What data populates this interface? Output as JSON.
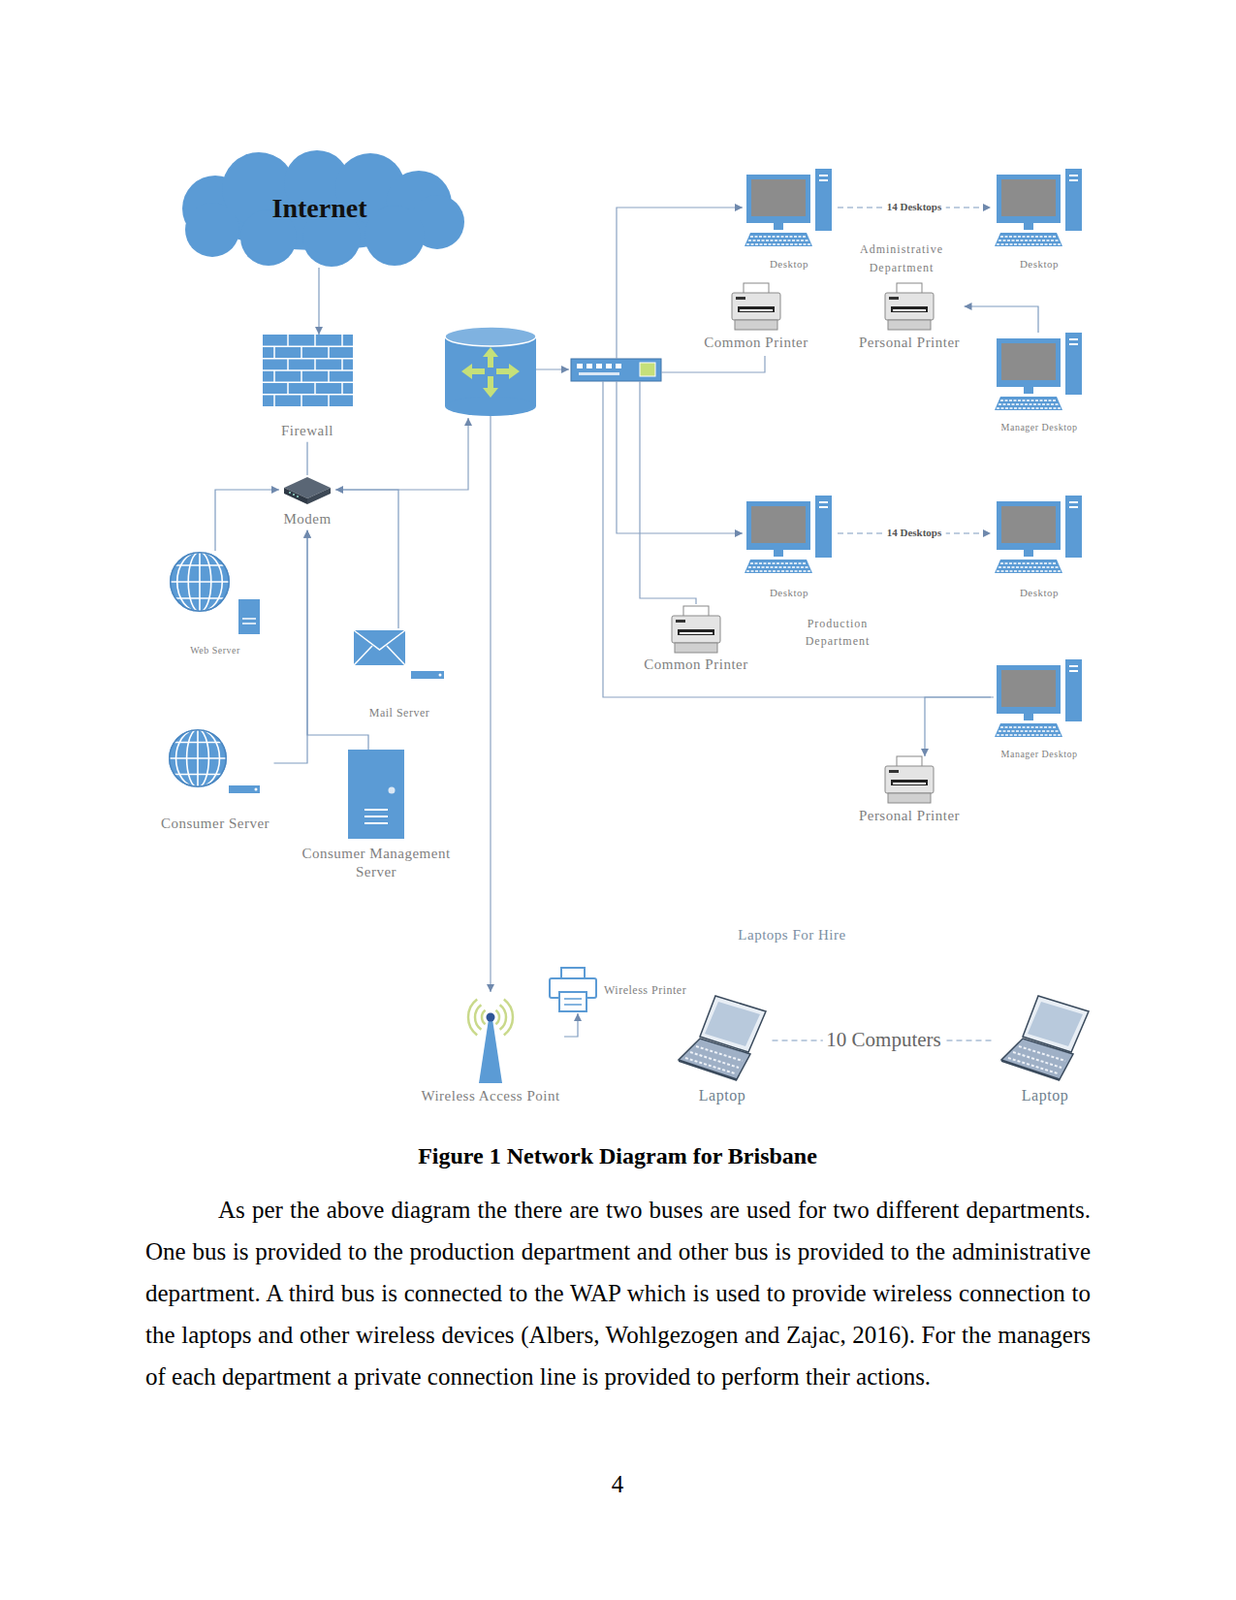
{
  "diagram": {
    "caption": "Figure 1 Network Diagram for Brisbane",
    "nodes": [
      {
        "text": [
          "Internet"
        ]
      },
      {
        "text": [
          "Desktop"
        ]
      },
      {
        "text": [
          "Desktop"
        ]
      },
      {
        "text": [
          "Common Printer"
        ]
      },
      {
        "text": [
          "Personal Printer"
        ]
      },
      {
        "text": [
          "Manager Desktop"
        ]
      },
      {
        "text": [
          "Firewall"
        ]
      },
      {
        "text": [
          "Modem"
        ]
      },
      {
        "text": [
          "Desktop"
        ]
      },
      {
        "text": [
          "Desktop"
        ]
      },
      {
        "text": [
          "Web Server"
        ]
      },
      {
        "text": [
          "Common Printer"
        ]
      },
      {
        "text": [
          "Mail Server"
        ]
      },
      {
        "text": [
          "Manager Desktop"
        ]
      },
      {
        "text": [
          "Consumer Server"
        ]
      },
      {
        "text": [
          "Personal Printer"
        ]
      },
      {
        "text": [
          "Consumer Management Server"
        ]
      },
      {
        "text": [
          "Wireless Printer"
        ]
      },
      {
        "text": [
          "Laptop"
        ]
      },
      {
        "text": [
          "Laptop"
        ]
      },
      {
        "text": [
          "Wireless Access Point"
        ]
      }
    ],
    "edges": [
      {
        "from": 0,
        "to": 6,
        "arrow": "to"
      },
      {
        "from": 6,
        "to": 7,
        "arrow": "none"
      },
      {
        "from": 10,
        "to": 7,
        "arrow": "to"
      },
      {
        "from": 12,
        "to": 7,
        "arrow": "to"
      },
      {
        "from": 14,
        "to": 7,
        "arrow": "to"
      },
      {
        "from": 16,
        "to": 7,
        "arrow": "to"
      },
      {
        "from": 1,
        "to": 2,
        "label": "14 Desktops",
        "arrow": "to"
      },
      {
        "from": 5,
        "to": 4,
        "arrow": "to"
      },
      {
        "from": 8,
        "to": 9,
        "label": "14 Desktops",
        "arrow": "to"
      },
      {
        "from": 13,
        "to": 15,
        "arrow": "to"
      },
      {
        "from": 18,
        "to": 19,
        "label": "10 Computers",
        "arrow": "none"
      },
      {
        "from": 20,
        "to": 17,
        "arrow": "to"
      }
    ],
    "labels": [
      "Administrative Department",
      "Production Department",
      "Laptops For Hire",
      "As per the above diagram the there are two buses are used for two different departments. One bus is provided to the production department and other bus is provided to the administrative department. A third bus is connected to the WAP which is used to provide wireless connection to the laptops and other wireless devices (Albers, Wohlgezogen and Zajac, 2016). For the managers of each department a private connection line is provided to perform their actions.",
      "4"
    ]
  }
}
